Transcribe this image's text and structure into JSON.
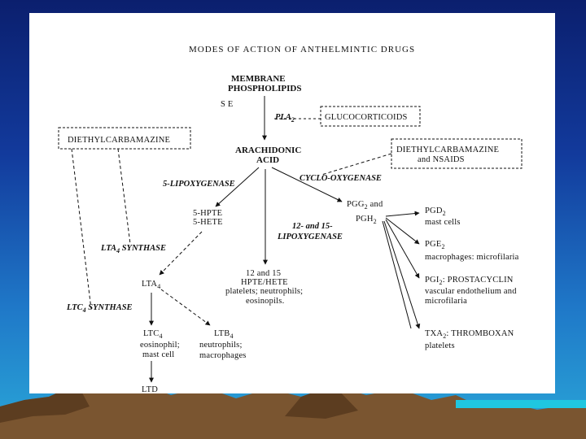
{
  "title": "MODES OF ACTION OF ANTHELMINTIC DRUGS",
  "nodes": {
    "membrane_1": "MEMBRANE",
    "membrane_2": "PHOSPHOLIPIDS",
    "se": "S E",
    "pla2": "PLA",
    "pla2_sub": "2",
    "glucocorticoids": "GLUCOCORTICOIDS",
    "dec_left": "DIETHYLCARBAMAZINE",
    "arach_1": "ARACHIDONIC",
    "arach_2": "ACID",
    "dec_nsaids_1": "DIETHYLCARBAMAZINE",
    "dec_nsaids_2": "and NSAIDS",
    "lipox5": "5-LIPOXYGENASE",
    "cyclo": "CYCLO-OXYGENASE",
    "hpte5": "5-HPTE",
    "hete5": "5-HETE",
    "pgg2_main": "PGG",
    "pgg2_sub": "2",
    "pgg2_rest": " and",
    "pgh2_main": "PGH",
    "pgh2_sub": "2",
    "lipox1215_1": "12- and 15-",
    "lipox1215_2": "LIPOXYGENASE",
    "lta4_synthase": "LTA",
    "lta4_synthase_sub": "4",
    "lta4_synthase_rest": " SYNTHASE",
    "hpte1215_1": "12 and 15",
    "hpte1215_2": "HPTE/HETE",
    "hpte1215_3": "platelets; neutrophils;",
    "hpte1215_4": "eosinopils.",
    "lta4_main": "LTA",
    "lta4_sub": "4",
    "ltc4_synthase": "LTC",
    "ltc4_synthase_sub": "4",
    "ltc4_synthase_rest": " SYNTHASE",
    "ltc4_main": "LTC",
    "ltc4_sub": "4",
    "ltc4_1": "eosinophil;",
    "ltc4_2": "mast cell",
    "ltb4_main": "LTB",
    "ltb4_sub": "4",
    "ltb4_1": "neutrophils;",
    "ltb4_2": "macrophages",
    "ltd": "LTD",
    "pgd2_main": "PGD",
    "pgd2_sub": "2",
    "pgd2_1": "mast cells",
    "pge2_main": "PGE",
    "pge2_sub": "2",
    "pge2_1": "macrophages: microfilaria",
    "pgi2_main": "PGI",
    "pgi2_sub": "2",
    "pgi2_rest": ": PROSTACYCLIN",
    "pgi2_1": "vascular endothelium and",
    "pgi2_2": "microfilaria",
    "txa2_main": "TXA",
    "txa2_sub": "2",
    "txa2_rest": ": THROMBOXAN",
    "txa2_1": "platelets"
  },
  "colors": {
    "background_top": "#0b1f6e",
    "background_bottom": "#2aa7d8",
    "mountain": "#7a5530",
    "card": "#ffffff",
    "ink": "#111111"
  }
}
